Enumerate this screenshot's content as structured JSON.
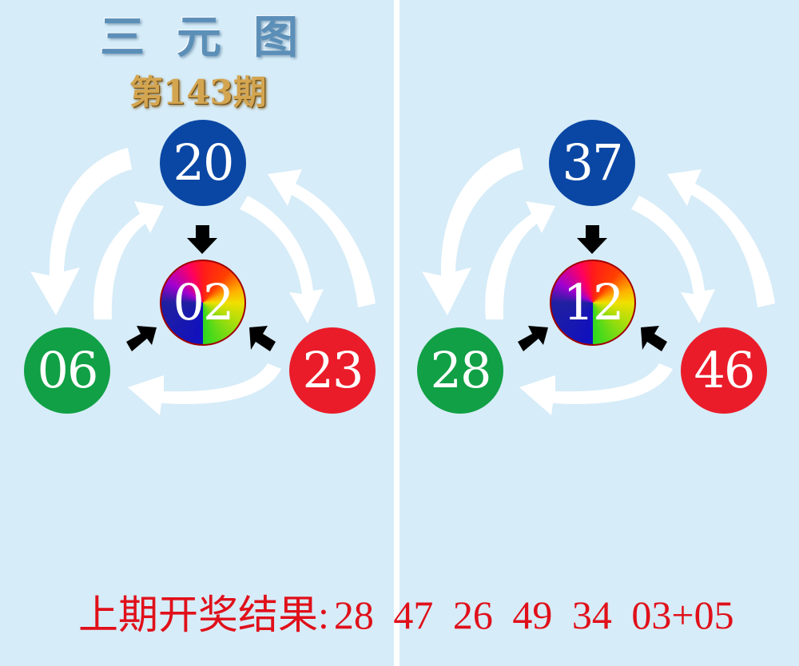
{
  "header": {
    "title": "三元图",
    "issue": "第143期"
  },
  "panels": [
    {
      "top": "20",
      "center": "02",
      "left": "06",
      "right": "23"
    },
    {
      "top": "37",
      "center": "12",
      "left": "28",
      "right": "46"
    }
  ],
  "footer": {
    "label": "上期开奖结果:",
    "numbers": "28 47 26 49 34 03+05"
  },
  "colors": {
    "background": "#d6ecf8",
    "blue_ball": "#0a47a4",
    "green_ball": "#11a045",
    "red_ball": "#ea1c2a",
    "result_text": "#e0101a"
  }
}
